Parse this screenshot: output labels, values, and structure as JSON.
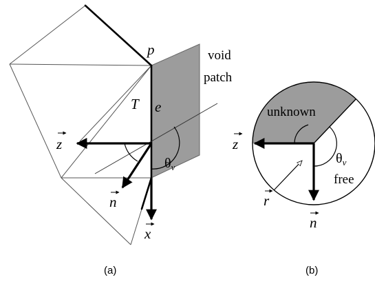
{
  "panel_a": {
    "caption": "(a)",
    "labels": {
      "p": "p",
      "T": "T",
      "e": "e",
      "void_line1": "void",
      "void_line2": "patch",
      "z": "z",
      "n": "n",
      "x": "x",
      "theta": "θ",
      "theta_sub": "v"
    }
  },
  "panel_b": {
    "caption": "(b)",
    "labels": {
      "unknown": "unknown",
      "z": "z",
      "theta": "θ",
      "theta_sub": "v",
      "free": "free",
      "r": "r",
      "n": "n"
    }
  },
  "colors": {
    "patch_fill": "#9c9c9c",
    "unknown_fill": "#9c9c9c",
    "line": "#000000",
    "thin_line": "#555555"
  }
}
